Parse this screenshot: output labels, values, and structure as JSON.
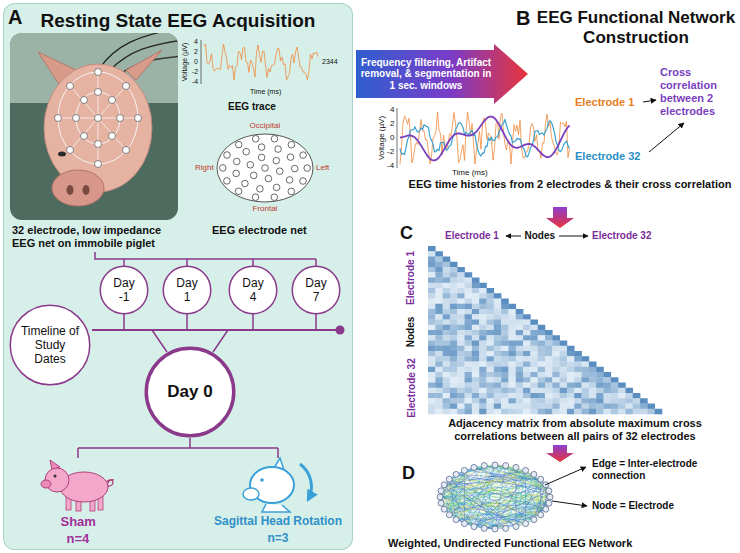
{
  "diagram": {
    "nodes": [
      {
        "text": [
          "Resting State EEG Acquisition"
        ]
      },
      {
        "text": [
          "Day -1"
        ],
        "in": 0
      },
      {
        "text": [
          "Day 1"
        ],
        "in": 0
      },
      {
        "text": [
          "Day 4"
        ],
        "in": 0
      },
      {
        "text": [
          "Day 7"
        ],
        "in": 0
      },
      {
        "text": [
          "Timeline of Study Dates"
        ],
        "in": 0
      },
      {
        "text": [
          "Day 0"
        ],
        "in": 0
      },
      {
        "text": [
          "Frequency filtering, Artifact removal, & segmentation in 1 sec. windows"
        ]
      }
    ],
    "labels": [
      "A",
      "EEG trace",
      "Voltage (µV)",
      "4",
      "2",
      "0",
      "-2",
      "-4",
      "Time (ms)",
      "2344",
      "Occipital",
      "Right",
      "Left",
      "Frontal",
      "EEG electrode net",
      "32 electrode, low impedance EEG net on immobile piglet",
      "Sham",
      "n=4",
      "Sagittal Head Rotation",
      "n=3",
      "B",
      "EEG Functional Network Construction",
      "Voltage (µV)",
      "4",
      "2",
      "0",
      "-2",
      "-4",
      "Time (ms)",
      "Electrode 1",
      "Electrode 32",
      "Cross correlation between 2 electrodes",
      "EEG time histories from 2 electrodes & their cross correlation",
      "C",
      "Electrode 1",
      "Nodes",
      "Electrode 32",
      "Electrode 1",
      "Nodes",
      "Electrode 32",
      "Adjacency matrix from absolute maximum cross correlations between all pairs of 32 electrodes",
      "D",
      "Edge = Inter-electrode connection",
      "Node = Electrode",
      "Weighted, Undirected Functional EEG Network"
    ]
  }
}
